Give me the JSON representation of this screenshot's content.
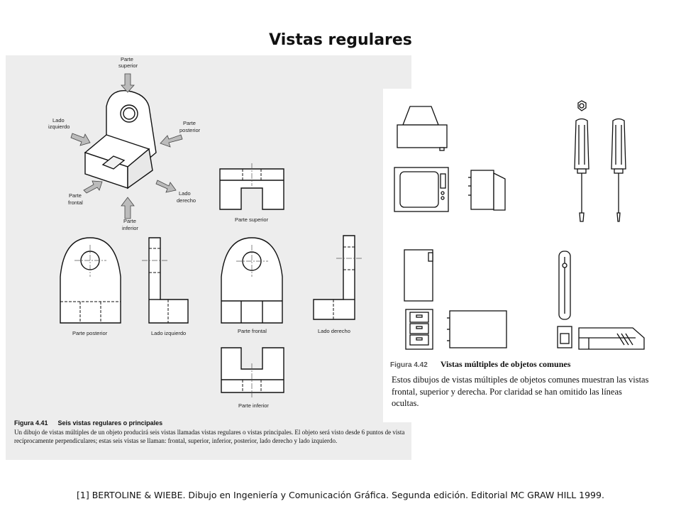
{
  "title": "Vistas regulares",
  "figure41": {
    "arrow_labels": {
      "superior": [
        "Parte",
        "superior"
      ],
      "izquierdo": [
        "Lado",
        "izquierdo"
      ],
      "posterior": [
        "Parte",
        "posterior"
      ],
      "frontal": [
        "Parte",
        "frontal"
      ],
      "derecho": [
        "Lado",
        "derecho"
      ],
      "inferior": [
        "Parte",
        "inferior"
      ]
    },
    "view_labels": {
      "superior": "Parte superior",
      "posterior": "Parte posterior",
      "izquierdo": "Lado izquierdo",
      "frontal": "Parte frontal",
      "derecho": "Lado derecho",
      "inferior": "Parte inferior"
    },
    "caption_number": "Figura 4.41",
    "caption_title": "Seis vistas regulares o principales",
    "caption_body": "Un dibujo de vistas múltiples de un objeto producirá seis vistas llamadas vistas regulares o vistas principales. El objeto será visto desde 6 puntos de vista recíprocamente perpendiculares; estas seis vistas se llaman: frontal, superior, inferior, posterior, lado derecho y lado izquierdo."
  },
  "figure42": {
    "caption_number": "Figura 4.42",
    "caption_title": "Vistas múltiples de objetos comunes",
    "caption_body": "Estos dibujos de vistas múltiples de objetos comunes muestran las vistas frontal, superior y derecha. Por claridad se han omitido las líneas ocultas."
  },
  "reference": "[1] BERTOLINE & WIEBE. Dibujo en Ingeniería y Comunicación Gráfica. Segunda edición. Editorial MC GRAW HILL 1999."
}
